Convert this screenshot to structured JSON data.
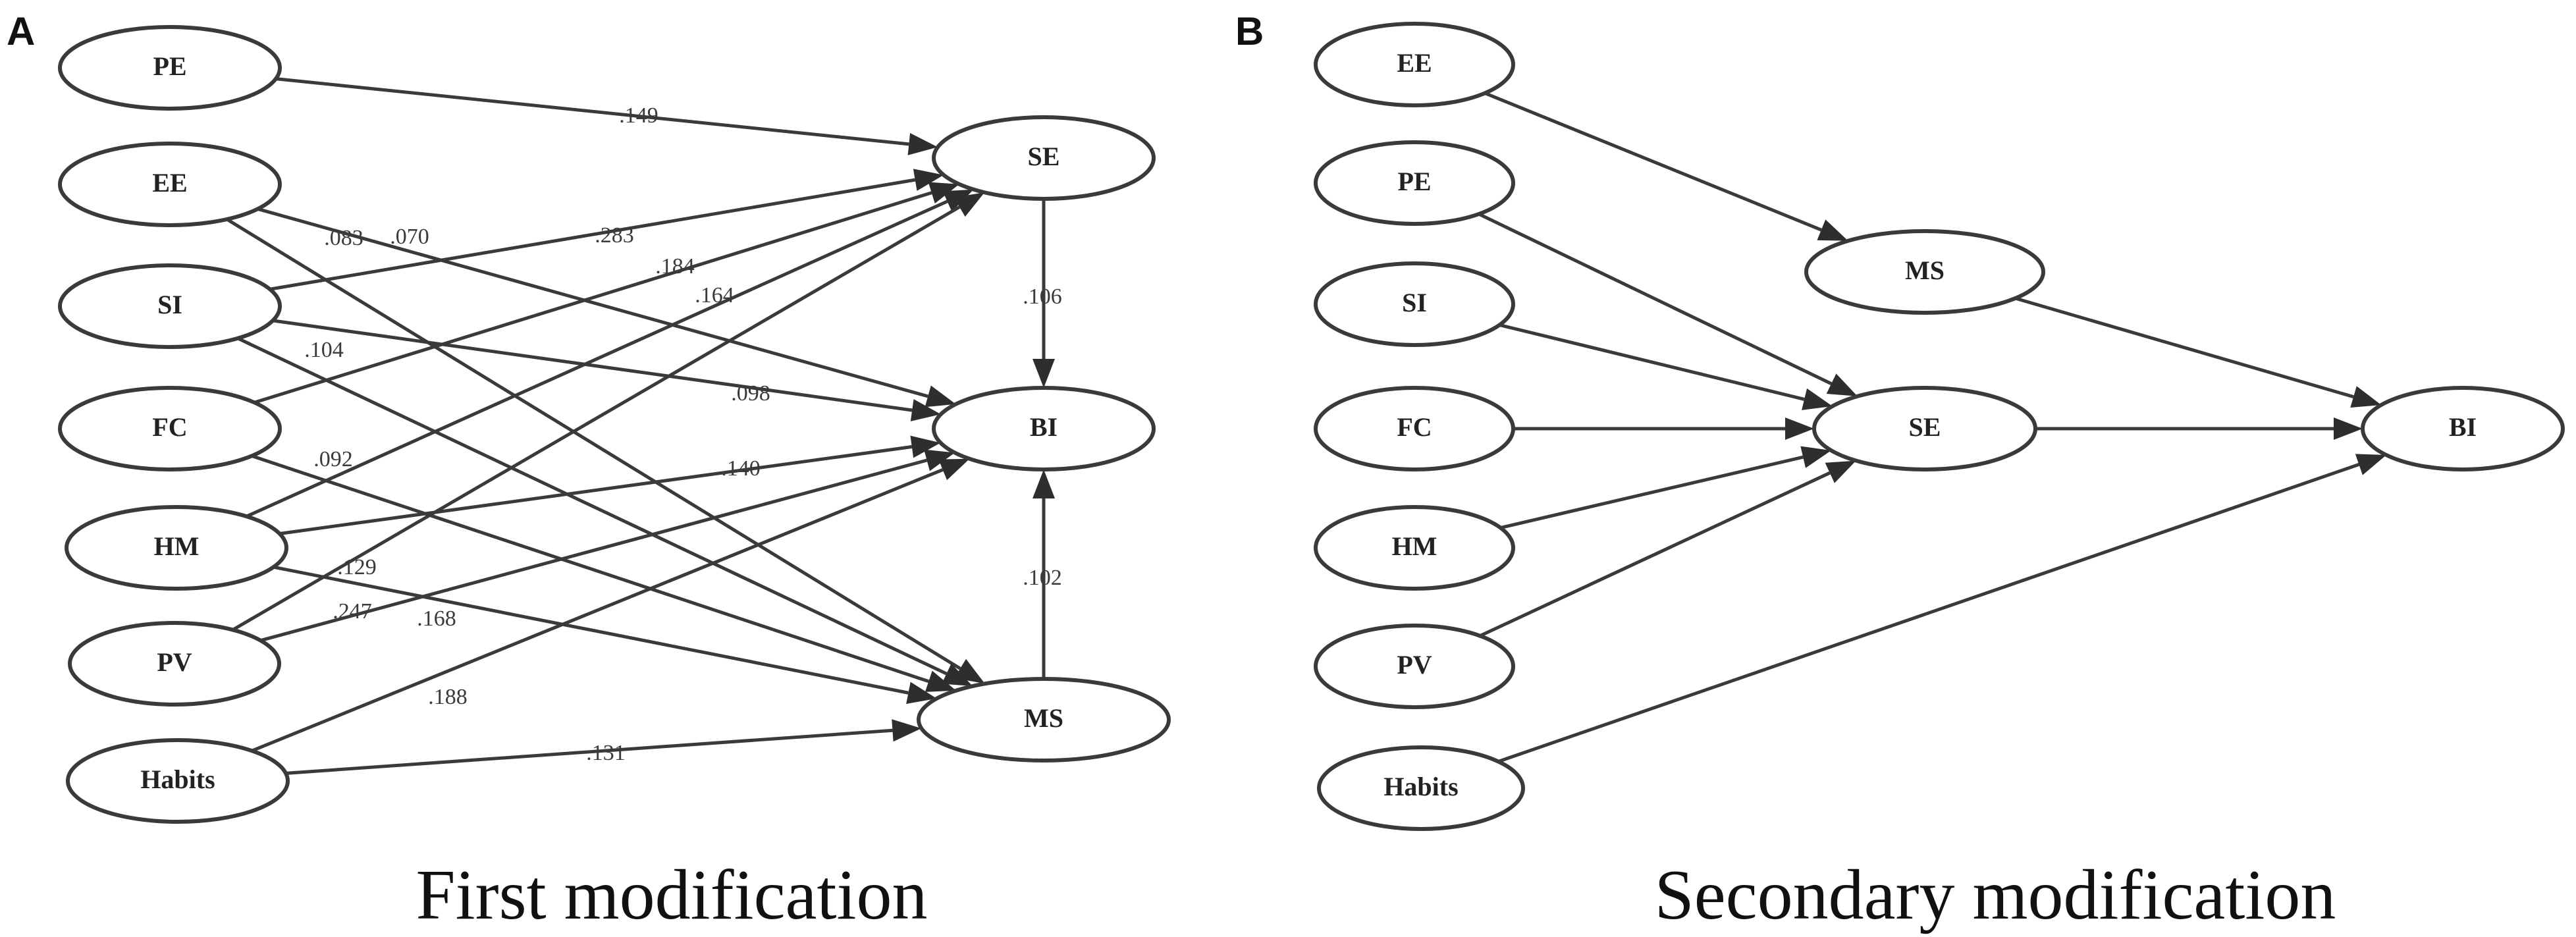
{
  "panels": [
    {
      "id": "a",
      "letter": "A",
      "caption": "First modification",
      "nodes": [
        {
          "id": "PE",
          "label": "PE"
        },
        {
          "id": "EE",
          "label": "EE"
        },
        {
          "id": "SI",
          "label": "SI"
        },
        {
          "id": "FC",
          "label": "FC"
        },
        {
          "id": "HM",
          "label": "HM"
        },
        {
          "id": "PV",
          "label": "PV"
        },
        {
          "id": "Habits",
          "label": "Habits"
        },
        {
          "id": "SE",
          "label": "SE"
        },
        {
          "id": "BI",
          "label": "BI"
        },
        {
          "id": "MS",
          "label": "MS"
        }
      ],
      "edges": [
        {
          "from": "PE",
          "to": "SE",
          "label": ".149"
        },
        {
          "from": "EE",
          "to": "BI",
          "label": ".070"
        },
        {
          "from": "EE",
          "to": "MS",
          "label": ".083"
        },
        {
          "from": "SI",
          "to": "SE",
          "label": ".283"
        },
        {
          "from": "SI",
          "to": "BI",
          "label": ".098"
        },
        {
          "from": "SI",
          "to": "MS",
          "label": ".104"
        },
        {
          "from": "FC",
          "to": "SE",
          "label": ".184"
        },
        {
          "from": "FC",
          "to": "MS",
          "label": ".092"
        },
        {
          "from": "HM",
          "to": "SE",
          "label": ".164"
        },
        {
          "from": "HM",
          "to": "BI",
          "label": ".140"
        },
        {
          "from": "HM",
          "to": "MS",
          "label": ".129"
        },
        {
          "from": "PV",
          "to": "SE",
          "label": ".247"
        },
        {
          "from": "PV",
          "to": "BI",
          "label": ".168"
        },
        {
          "from": "Habits",
          "to": "BI",
          "label": ".188"
        },
        {
          "from": "Habits",
          "to": "MS",
          "label": ".131"
        },
        {
          "from": "SE",
          "to": "BI",
          "label": ".106"
        },
        {
          "from": "MS",
          "to": "BI",
          "label": ".102"
        }
      ]
    },
    {
      "id": "b",
      "letter": "B",
      "caption": "Secondary modification",
      "nodes": [
        {
          "id": "EE",
          "label": "EE"
        },
        {
          "id": "PE",
          "label": "PE"
        },
        {
          "id": "SI",
          "label": "SI"
        },
        {
          "id": "FC",
          "label": "FC"
        },
        {
          "id": "HM",
          "label": "HM"
        },
        {
          "id": "PV",
          "label": "PV"
        },
        {
          "id": "Habits",
          "label": "Habits"
        },
        {
          "id": "MS",
          "label": "MS"
        },
        {
          "id": "SE",
          "label": "SE"
        },
        {
          "id": "BI",
          "label": "BI"
        }
      ],
      "edges": [
        {
          "from": "EE",
          "to": "MS",
          "label": ""
        },
        {
          "from": "PE",
          "to": "SE",
          "label": ""
        },
        {
          "from": "SI",
          "to": "SE",
          "label": ""
        },
        {
          "from": "FC",
          "to": "SE",
          "label": ""
        },
        {
          "from": "HM",
          "to": "SE",
          "label": ""
        },
        {
          "from": "PV",
          "to": "SE",
          "label": ""
        },
        {
          "from": "Habits",
          "to": "BI",
          "label": ""
        },
        {
          "from": "MS",
          "to": "BI",
          "label": ""
        },
        {
          "from": "SE",
          "to": "BI",
          "label": ""
        }
      ]
    }
  ]
}
